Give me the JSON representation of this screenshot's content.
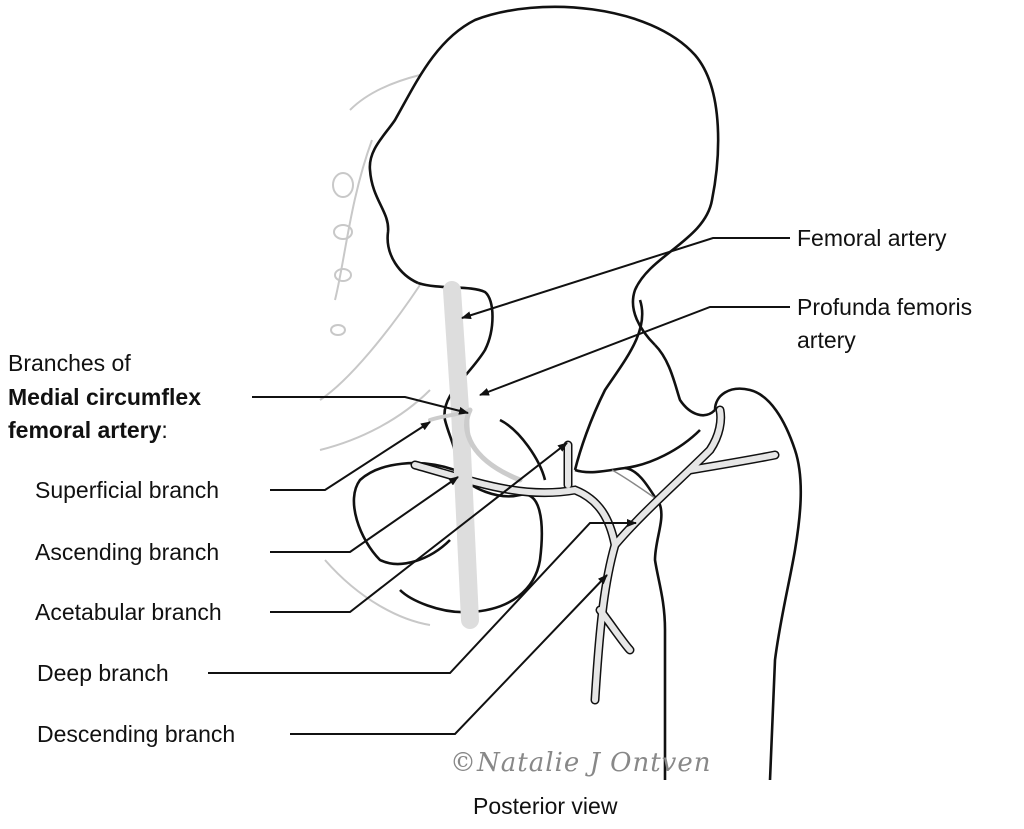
{
  "labels": {
    "femoral_artery": "Femoral artery",
    "profunda_line1": "Profunda femoris",
    "profunda_line2": "artery",
    "branches_of": "Branches of",
    "medial_circumflex": "Medial circumflex",
    "femoral_artery_bold": "femoral artery",
    "colon": ":",
    "superficial": "Superficial branch",
    "ascending": "Ascending branch",
    "acetabular": "Acetabular branch",
    "deep": "Deep branch",
    "descending": "Descending branch"
  },
  "caption": "Posterior view",
  "signature": "©Natalie J Ontven",
  "colors": {
    "line": "#111111",
    "artery_fill": "#e6e6e6",
    "faint": "#bbbbbb"
  }
}
